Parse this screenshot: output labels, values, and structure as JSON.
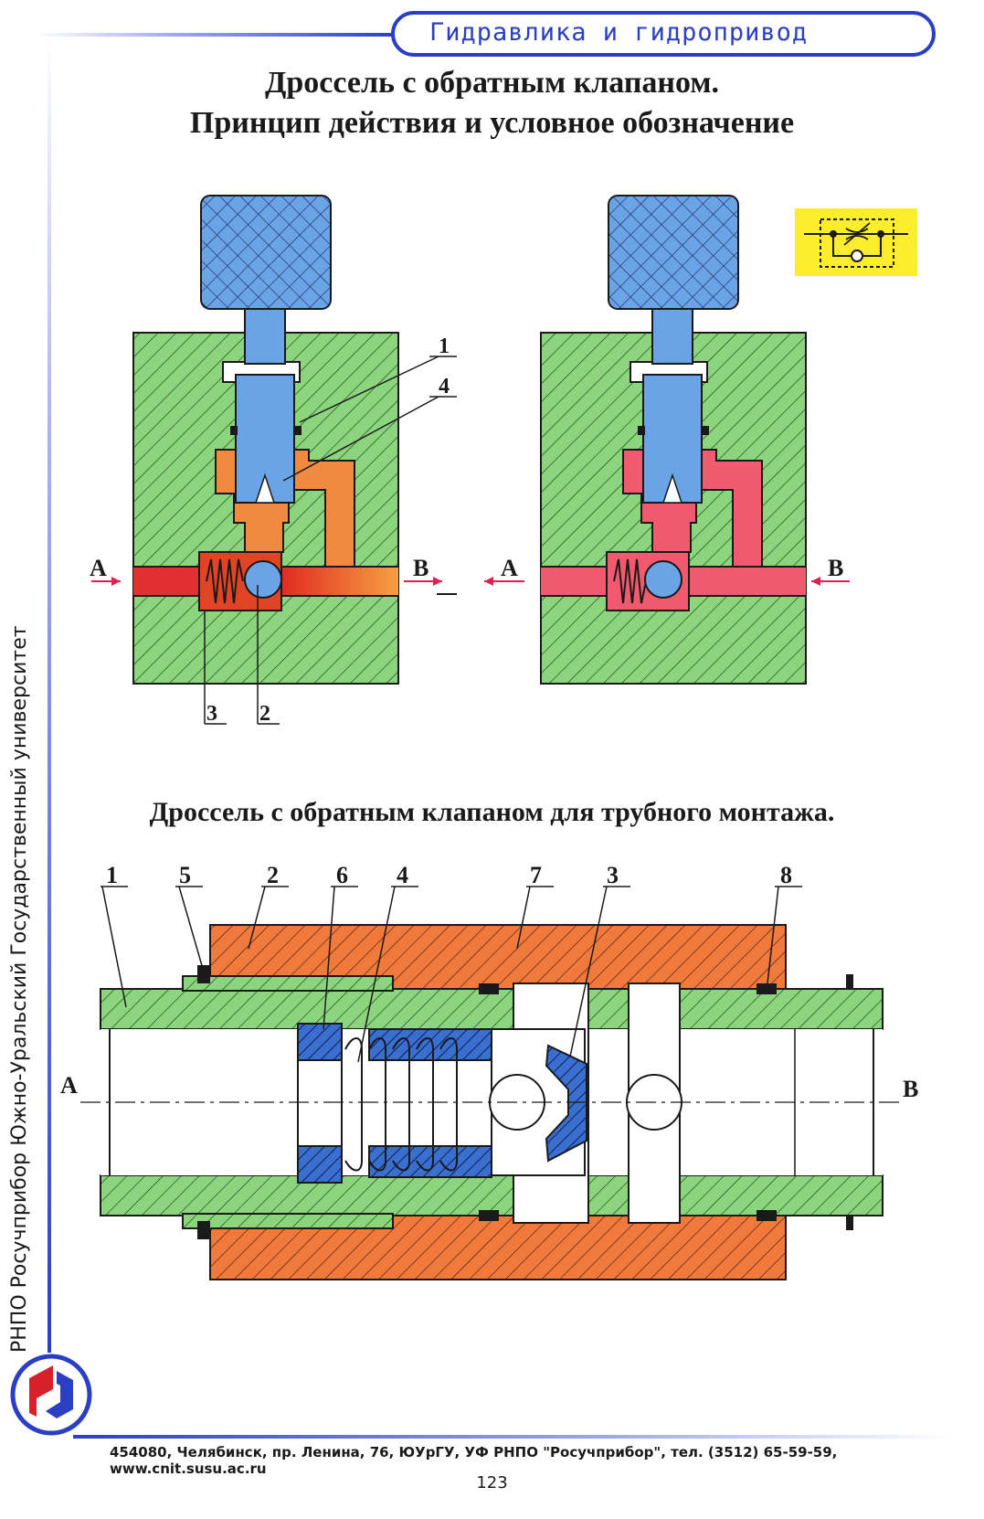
{
  "header": {
    "subject": "Гидравлика и гидропривод"
  },
  "title": {
    "line1": "Дроссель с обратным клапаном.",
    "line2": "Принцип действия и условное обозначение",
    "section2": "Дроссель с обратным клапаном для трубного монтажа."
  },
  "side": {
    "text": "РНПО Росучприбор     Южно-Уральский Государственный университет"
  },
  "diagram_top": {
    "callouts": [
      "1",
      "4",
      "3",
      "2"
    ],
    "ports": {
      "a": "A",
      "b": "B"
    }
  },
  "diagram_bottom": {
    "callouts": [
      "1",
      "5",
      "2",
      "6",
      "4",
      "7",
      "3",
      "8"
    ],
    "ports": {
      "a": "A",
      "b": "B"
    }
  },
  "footer": {
    "address": "454080, Челябинск, пр. Ленина, 76, ЮУрГУ, УФ РНПО \"Росучприбор\", тел. (3512) 65-59-59, www.cnit.susu.ac.ru"
  },
  "page": {
    "number": "123"
  },
  "colors": {
    "body_green": "#8cd47e",
    "knob_blue": "#6aa4e6",
    "orange": "#f07a3c",
    "red": "#e23a2e",
    "pink": "#f05a6e",
    "accent_blue": "#2a3fc4",
    "symbol_yellow": "#fbec2c"
  }
}
